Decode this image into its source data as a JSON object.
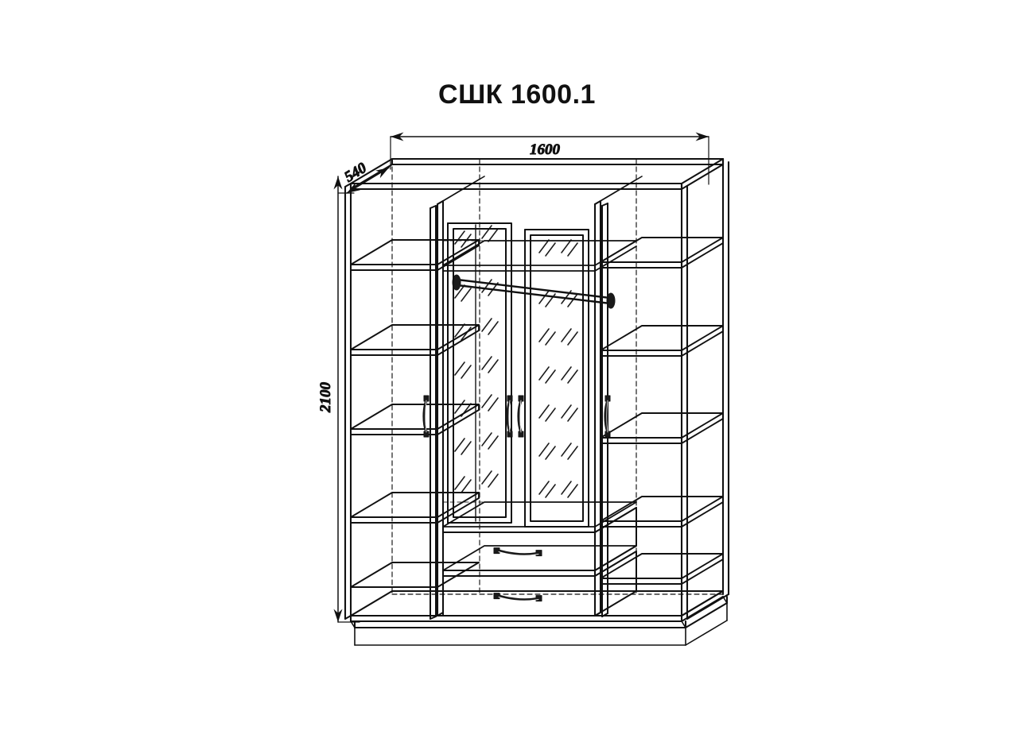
{
  "drawing": {
    "title": "СШК 1600.1",
    "product_type": "wardrobe",
    "projection": "isometric",
    "line_style": "technical line drawing, black on white"
  },
  "dimensions": {
    "width_label": "1600",
    "depth_label": "540",
    "height_label": "2100",
    "units": "mm"
  },
  "structure": {
    "doors": [
      {
        "id": "door-left",
        "type": "panel",
        "handle": "vertical-bar"
      },
      {
        "id": "door-center-left",
        "type": "mirror",
        "handle": "vertical-bar"
      },
      {
        "id": "door-center-right",
        "type": "mirror",
        "handle": "vertical-bar"
      },
      {
        "id": "door-right",
        "type": "panel",
        "handle": "vertical-bar"
      }
    ],
    "drawers": [
      {
        "id": "drawer-upper",
        "handle": "horizontal-bar"
      },
      {
        "id": "drawer-lower",
        "handle": "horizontal-bar"
      }
    ],
    "left_section_shelves": 5,
    "right_section_shelves": 5,
    "hanging_rail": 1,
    "plinth": true
  },
  "colors": {
    "line": "#111111",
    "background": "#ffffff",
    "hardware": "#1a1a1a"
  }
}
